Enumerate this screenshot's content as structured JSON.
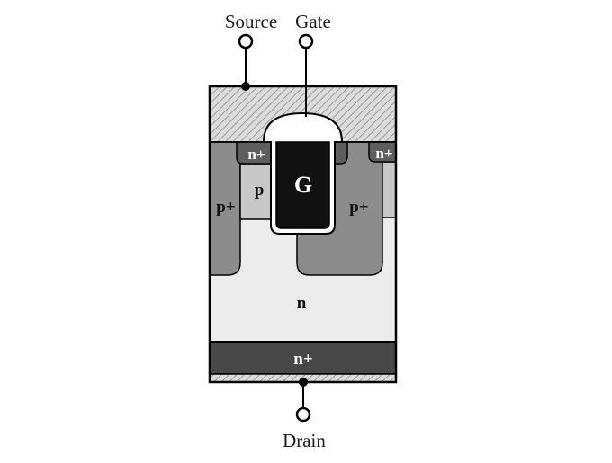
{
  "terminals": {
    "source": "Source",
    "gate": "Gate",
    "drain": "Drain"
  },
  "regions": {
    "gate_electrode": "G",
    "n_plus_left": "n+",
    "n_plus_right": "n+",
    "p_body": "p",
    "p_plus_left": "p+",
    "p_plus_right": "p+",
    "n_drift": "n",
    "n_plus_substrate": "n+"
  },
  "colors": {
    "outline": "#000000",
    "metal_hatch": "#bdbdbd",
    "n_drift": "#ececec",
    "p_plus": "#8c8c8c",
    "p_body": "#c8c8c8",
    "n_plus": "#5e5e5e",
    "substrate": "#484848",
    "gate_poly": "#111111",
    "oxide": "#ffffff"
  }
}
